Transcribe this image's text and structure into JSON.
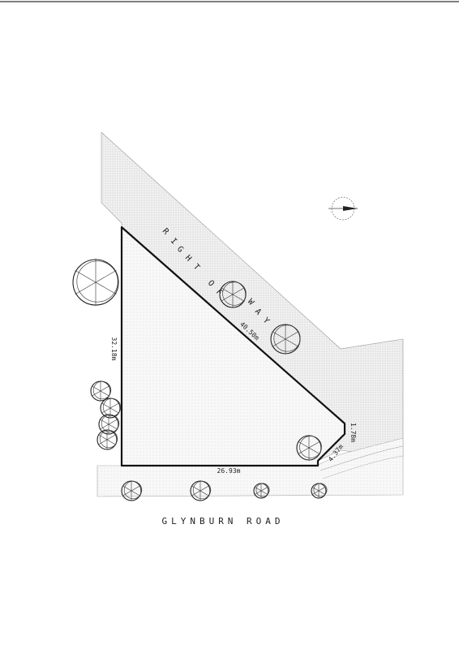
{
  "plan": {
    "road_name": "GLYNBURN ROAD",
    "right_of_way": "RIGHT OF WAY",
    "dimensions": {
      "west": "32.18m",
      "south": "26.93m",
      "diagonal": "40.50m",
      "east": "1.78m",
      "corner": "4.37m"
    }
  }
}
